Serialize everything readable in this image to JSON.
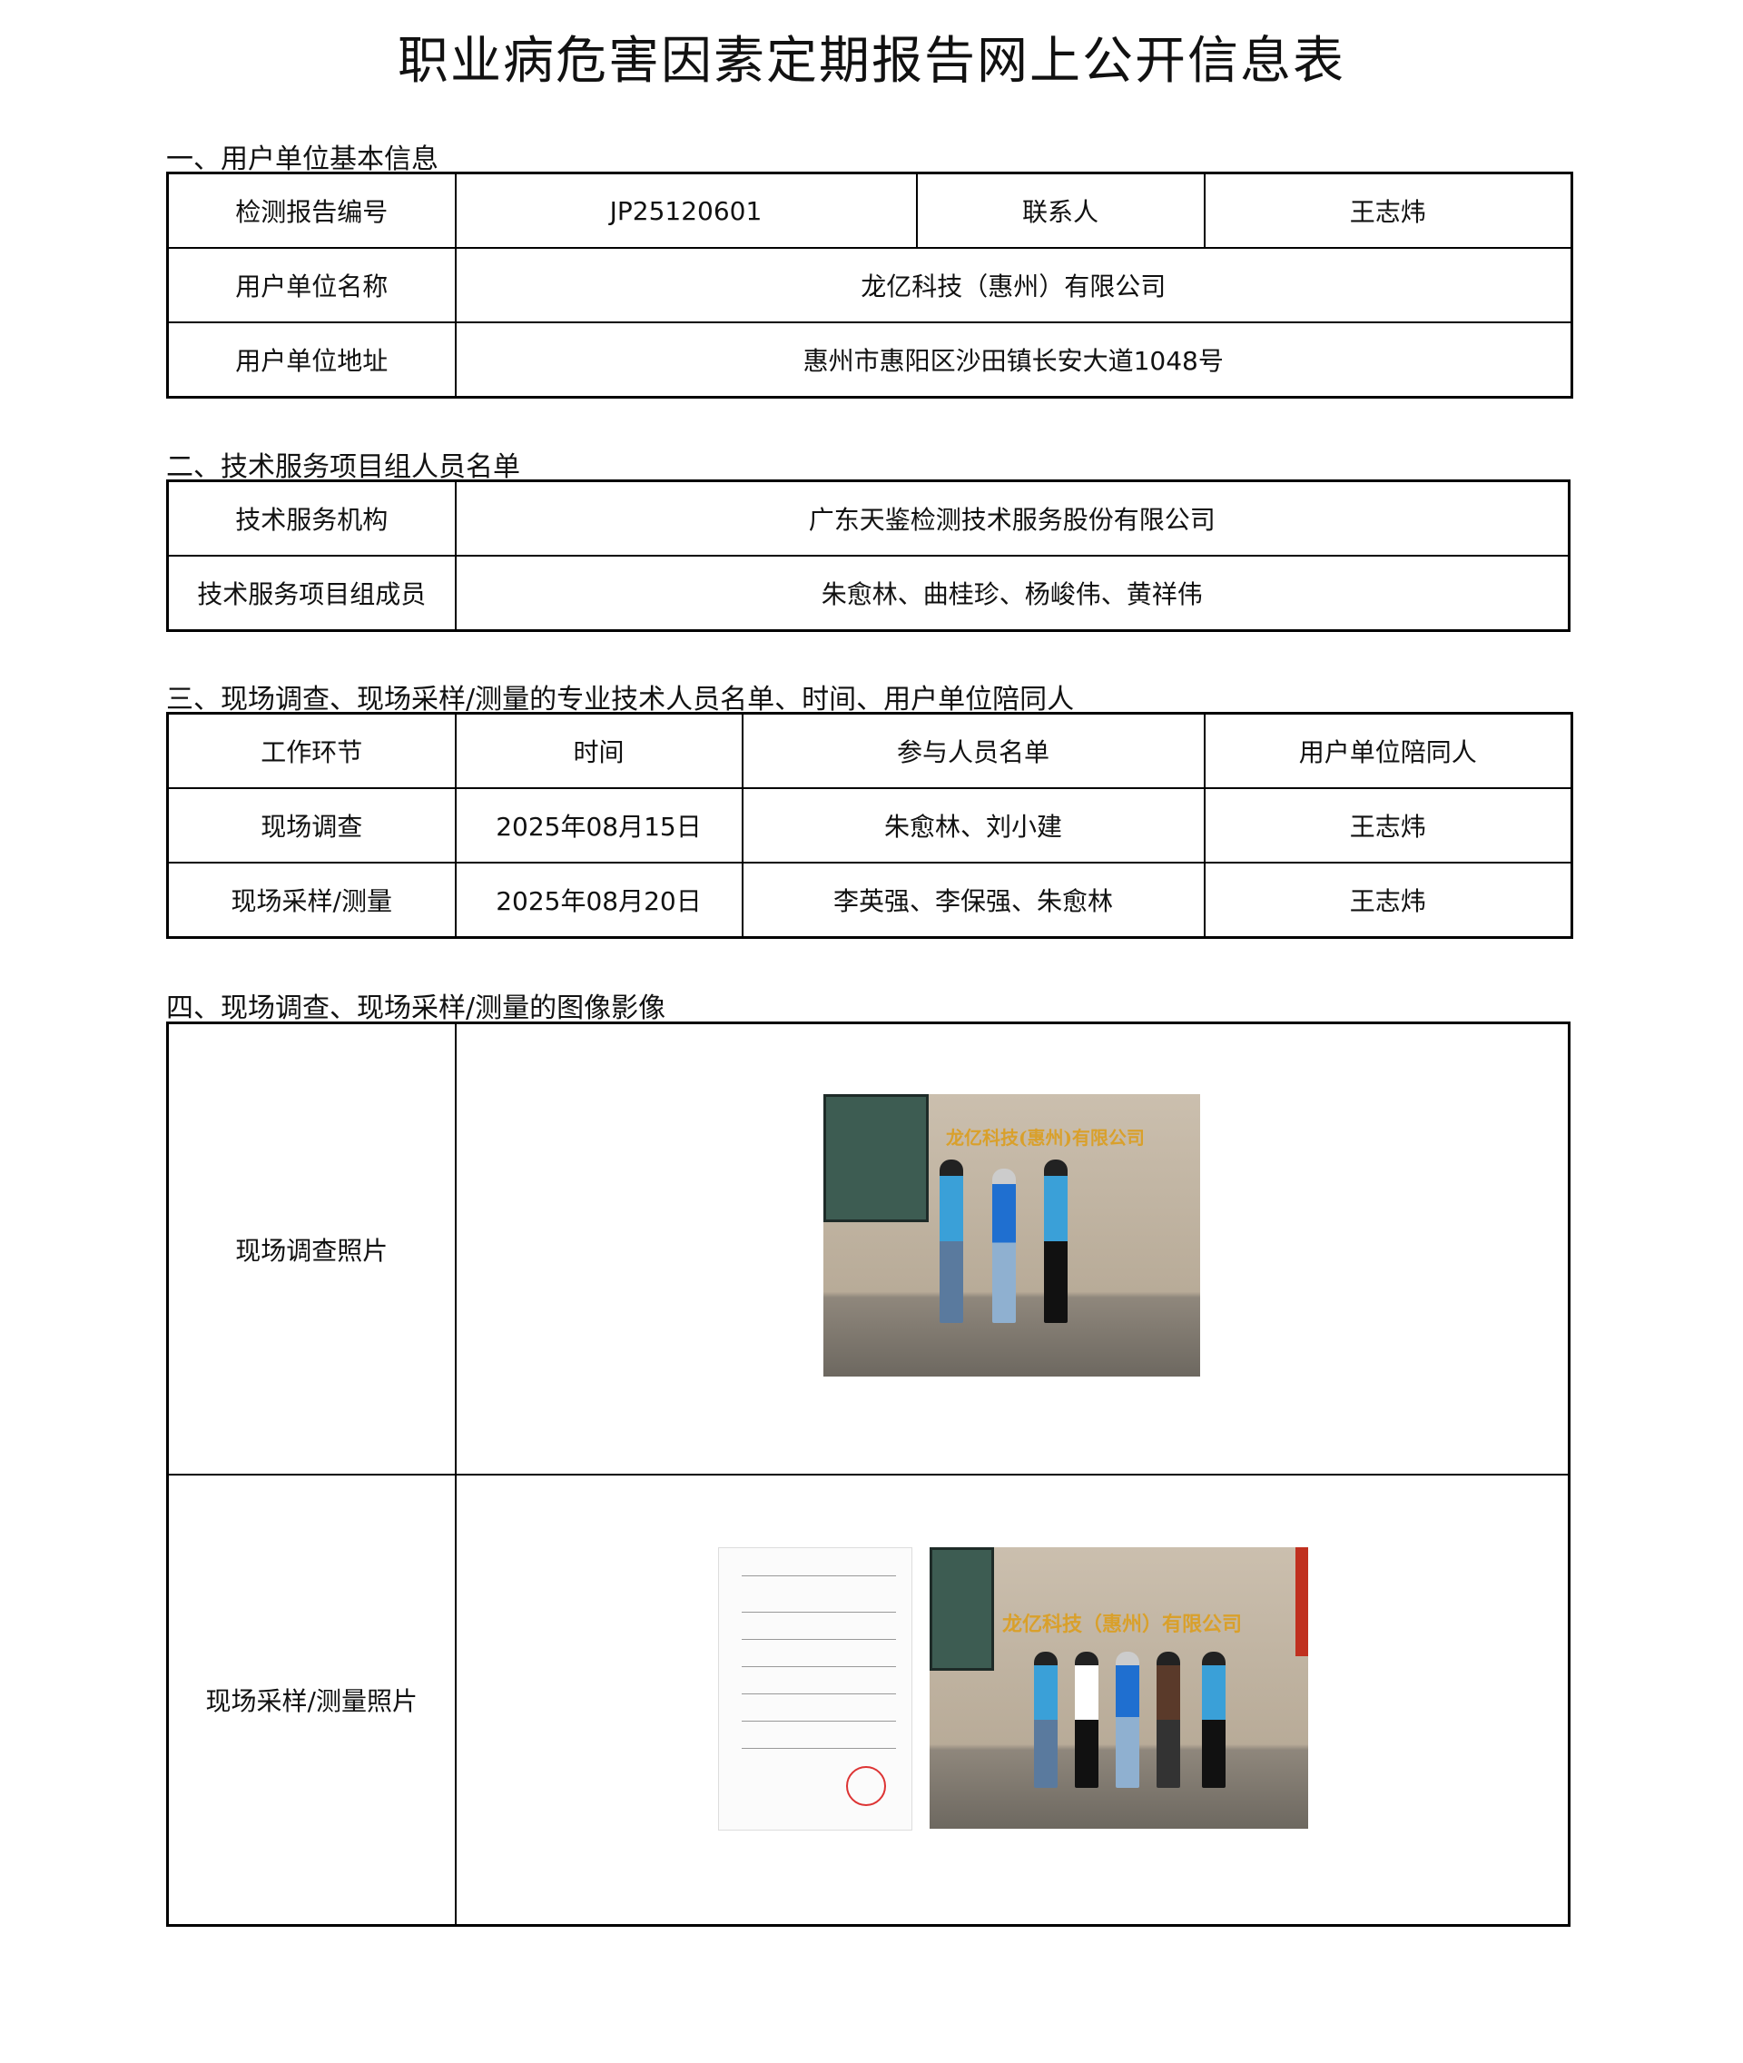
{
  "title": "职业病危害因素定期报告网上公开信息表",
  "section1": {
    "heading": "一、用户单位基本信息",
    "report_no_label": "检测报告编号",
    "report_no": "JP25120601",
    "contact_label": "联系人",
    "contact": "王志炜",
    "company_label": "用户单位名称",
    "company": "龙亿科技（惠州）有限公司",
    "address_label": "用户单位地址",
    "address": "惠州市惠阳区沙田镇长安大道1048号"
  },
  "section2": {
    "heading": "二、技术服务项目组人员名单",
    "org_label": "技术服务机构",
    "org": "广东天鉴检测技术服务股份有限公司",
    "members_label": "技术服务项目组成员",
    "members": "朱愈林、曲桂珍、杨峻伟、黄祥伟"
  },
  "section3": {
    "heading": "三、现场调查、现场采样/测量的专业技术人员名单、时间、用户单位陪同人",
    "headers": [
      "工作环节",
      "时间",
      "参与人员名单",
      "用户单位陪同人"
    ],
    "rows": [
      [
        "现场调查",
        "2025年08月15日",
        "朱愈林、刘小建",
        "王志炜"
      ],
      [
        "现场采样/测量",
        "2025年08月20日",
        "李英强、李保强、朱愈林",
        "王志炜"
      ]
    ]
  },
  "section4": {
    "heading": "四、现场调查、现场采样/测量的图像影像",
    "survey_photo_label": "现场调查照片",
    "sampling_photo_label": "现场采样/测量照片",
    "sign_text": "龙亿科技（惠州）有限公司"
  }
}
